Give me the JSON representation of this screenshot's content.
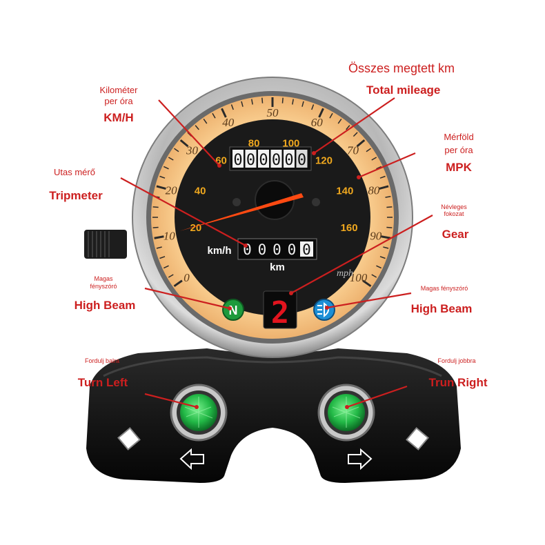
{
  "labels": {
    "total_hu": "Összes megtett km",
    "total_en": "Total mileage",
    "kmh_hu1": "Kilométer",
    "kmh_hu2": "per óra",
    "kmh_en": "KM/H",
    "mph_hu1": "Mérföld",
    "mph_hu2": "per óra",
    "mph_en": "MPK",
    "trip_hu": "Utas mérő",
    "trip_en": "Tripmeter",
    "gear_hu1": "Névleges",
    "gear_hu2": "fokozat",
    "gear_en": "Gear",
    "hb_left_hu1": "Magas",
    "hb_left_hu2": "fényszóró",
    "hb_left_en": "High Beam",
    "hb_right_hu": "Magas fényszóró",
    "hb_right_en": "High Beam",
    "turn_left_hu": "Fordulj balra",
    "turn_left_en": "Turn Left",
    "turn_right_hu": "Fordulj jobbra",
    "turn_right_en": "Trun Right"
  },
  "gauge": {
    "mph_scale": [
      "0",
      "10",
      "20",
      "30",
      "40",
      "50",
      "60",
      "70",
      "80",
      "90",
      "100"
    ],
    "kmh_scale": [
      "20",
      "40",
      "60",
      "80",
      "100",
      "120",
      "140",
      "160"
    ],
    "odometer": "000000",
    "tripmeter": "0000",
    "tripmeter_last": "0",
    "unit_kmh": "km/h",
    "unit_km": "km",
    "unit_mph": "mph",
    "gear_display": "2",
    "neutral_badge": "N",
    "needle_value_kmh": 0
  },
  "colors": {
    "annotation": "#cc1f1f",
    "dial_bg": "#1a1a1a",
    "kmh_numbers": "#f0a81e",
    "needle": "#ff4a12",
    "gear_led": "#e2141e",
    "neutral_light": "#1e9a3c",
    "high_beam_light": "#1c8fd6",
    "turn_light": "#2ec24a"
  }
}
